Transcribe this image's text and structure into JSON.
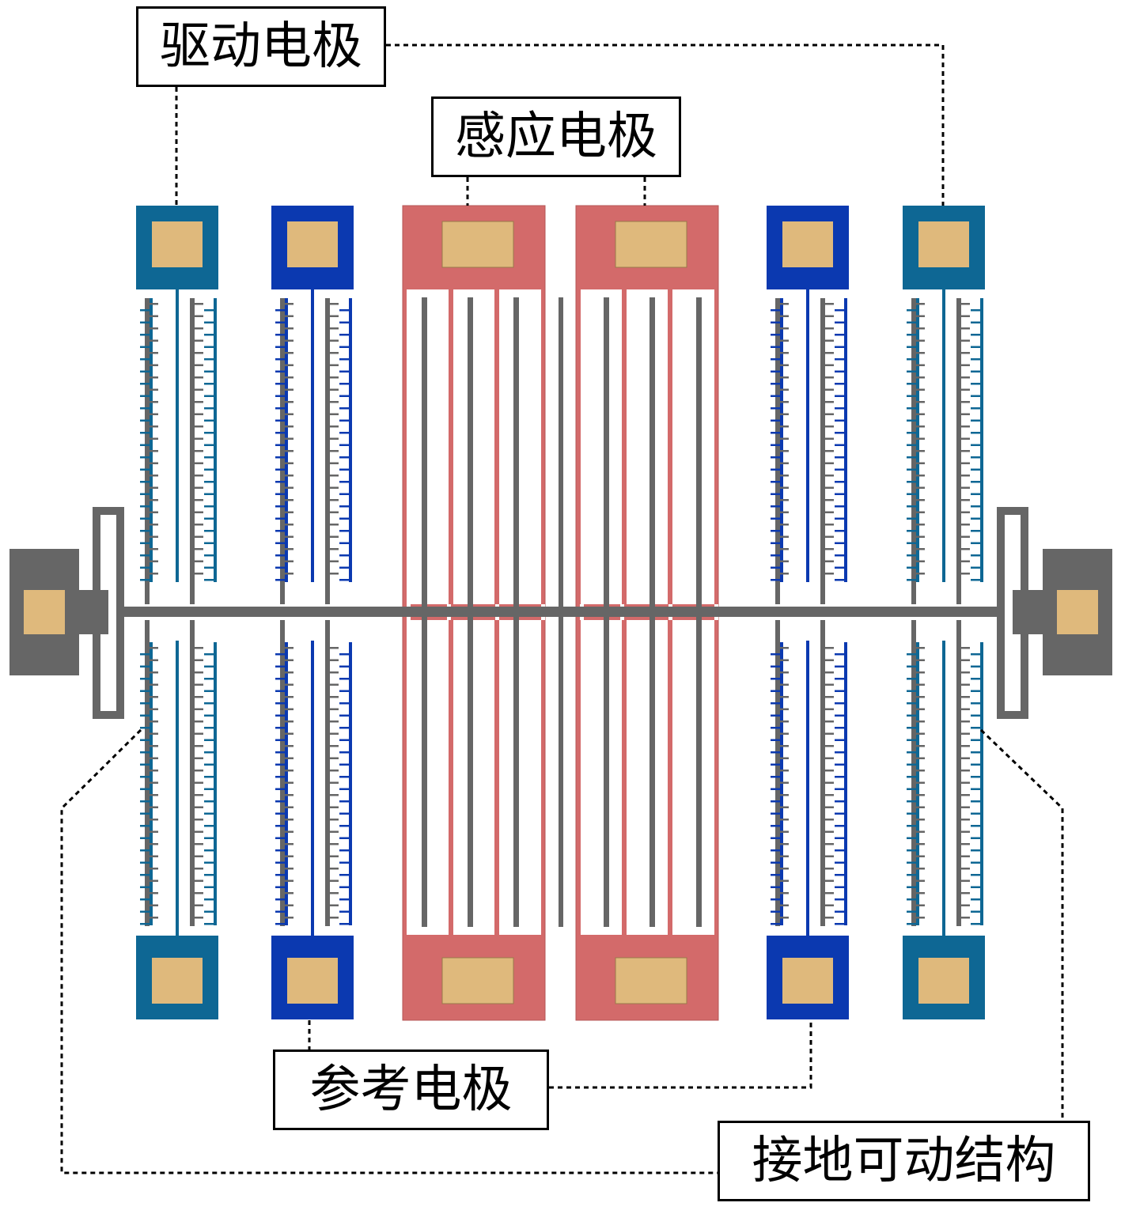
{
  "labels": {
    "drive": "驱动电极",
    "sense": "感应电极",
    "reference": "参考电极",
    "ground": "接地可动结构"
  },
  "colors": {
    "drive": "#0E6794",
    "reference": "#0B39B0",
    "sense": "#D36A6A",
    "ground": "#666666",
    "pad": "#DFB97C",
    "leader": "#000000"
  }
}
